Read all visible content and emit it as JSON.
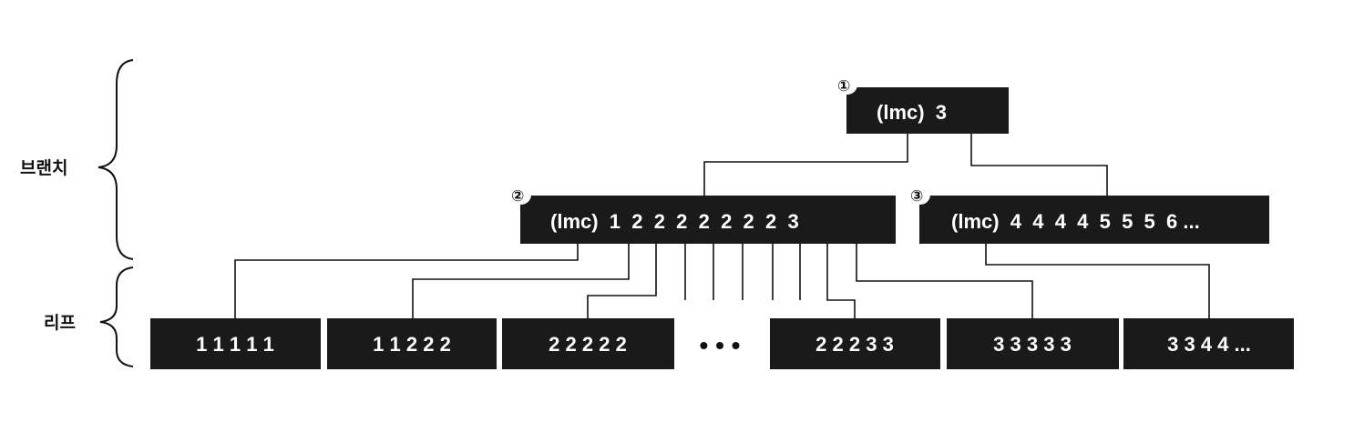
{
  "levels": {
    "branch_label": "브랜치",
    "leaf_label": "리프"
  },
  "branch_nodes": [
    {
      "marker": "①",
      "text": "(lmc)  3"
    },
    {
      "marker": "②",
      "text": "(lmc)  1  2  2  2  2  2  2  2  3"
    },
    {
      "marker": "③",
      "text": "(lmc)  4  4  4  4  5  5  5  6 ..."
    }
  ],
  "leaf_nodes": [
    {
      "text": "1 1 1 1 1"
    },
    {
      "text": "1 1 2 2 2"
    },
    {
      "text": "2 2 2 2 2"
    },
    {
      "text": "2 2 2 3 3"
    },
    {
      "text": "3 3 3 3 3"
    },
    {
      "text": "3 3 4 4 ..."
    }
  ],
  "ellipsis": "• • •",
  "colors": {
    "node_fill": "#1a1a1a",
    "node_text": "#ffffff",
    "line": "#111111",
    "background": "#ffffff"
  }
}
